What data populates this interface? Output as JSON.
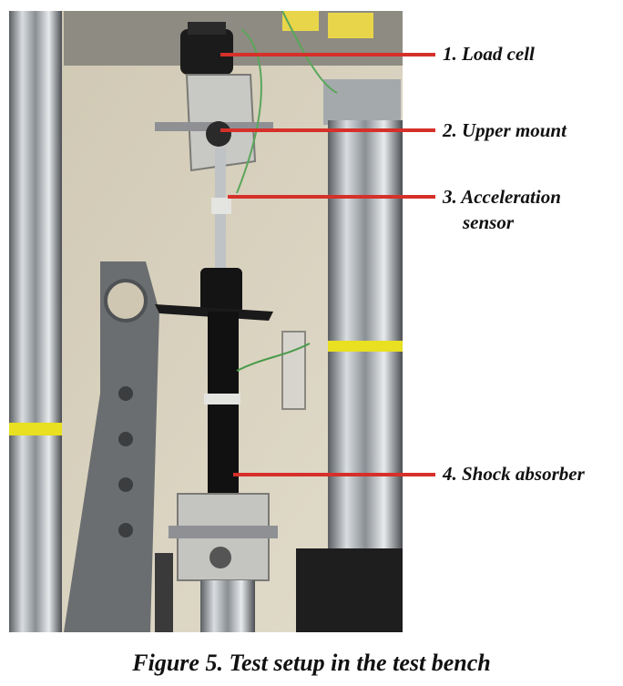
{
  "callouts": [
    {
      "number": "1.",
      "text": "Load cell"
    },
    {
      "number": "2.",
      "text": "Upper mount"
    },
    {
      "number": "3.",
      "text": "Acceleration",
      "text2": "sensor"
    },
    {
      "number": "4.",
      "text": "Shock absorber"
    }
  ],
  "caption": "Figure 5. Test setup in the test bench",
  "colors": {
    "callout_line": "#d6302a",
    "tape": "#e8e020"
  }
}
